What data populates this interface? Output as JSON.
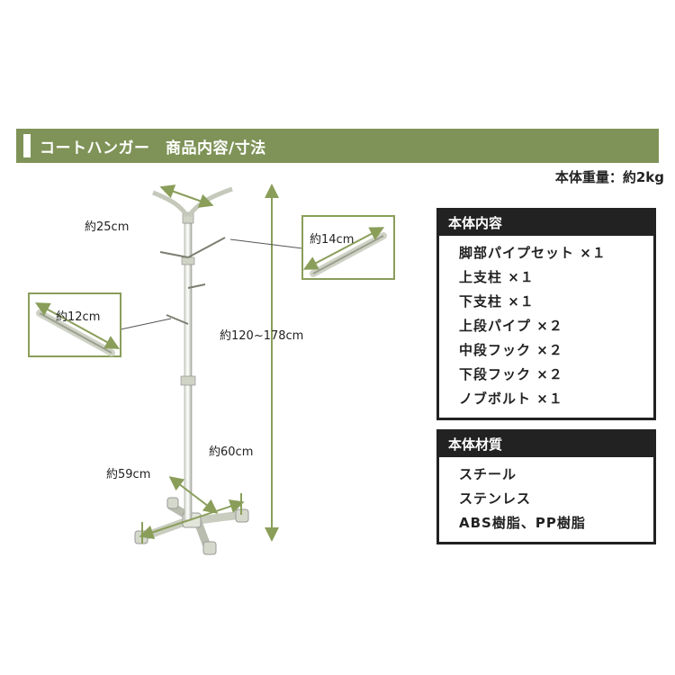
{
  "header": {
    "title": "コートハンガー　商品内容/寸法"
  },
  "weight": "本体重量：約2kg",
  "contents": {
    "title": "本体内容",
    "items": [
      "脚部パイプセット ×１",
      "上支柱 ×１",
      "下支柱 ×１",
      "上段パイプ ×２",
      "中段フック ×２",
      "下段フック ×２",
      "ノブボルト ×１"
    ]
  },
  "materials": {
    "title": "本体材質",
    "items": [
      "スチール",
      "ステンレス",
      "ABS樹脂、PP樹脂"
    ]
  },
  "dimensions": {
    "top_width": "約25cm",
    "mid_hook": "約14cm",
    "low_hook": "約12cm",
    "height": "約120~178cm",
    "base_depth": "約60cm",
    "base_width": "約59cm"
  },
  "colors": {
    "header": "#7f9358",
    "arrow": "#8a9e5a"
  }
}
